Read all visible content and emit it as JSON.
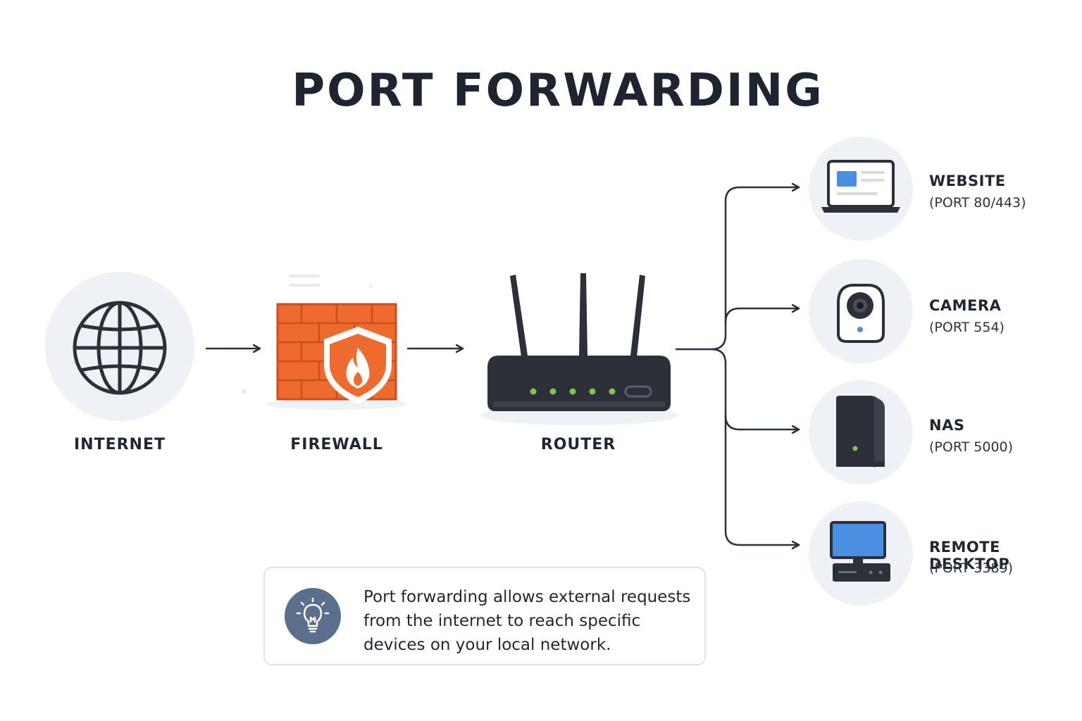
{
  "title": "PORT FORWARDING",
  "nodes": {
    "internet": "INTERNET",
    "firewall": "FIREWALL",
    "router": "ROUTER"
  },
  "destinations": [
    {
      "name": "WEBSITE",
      "port": "(PORT 80/443)",
      "icon": "laptop-icon"
    },
    {
      "name": "CAMERA",
      "port": "(PORT 554)",
      "icon": "camera-icon"
    },
    {
      "name": "NAS",
      "port": "(PORT 5000)",
      "icon": "nas-icon"
    },
    {
      "name": "REMOTE DESKTOP",
      "port": "(PORT 3389)",
      "icon": "desktop-icon"
    }
  ],
  "info": {
    "text": "Port forwarding allows external requests from the internet to reach specific devices on your local network.",
    "icon": "lightbulb-icon"
  },
  "colors": {
    "dark": "#2c3038",
    "brick": "#ef6a2e",
    "accent_blue": "#4a8fe0",
    "led_green": "#7fc742",
    "circle_bg": "#eef1f6"
  }
}
